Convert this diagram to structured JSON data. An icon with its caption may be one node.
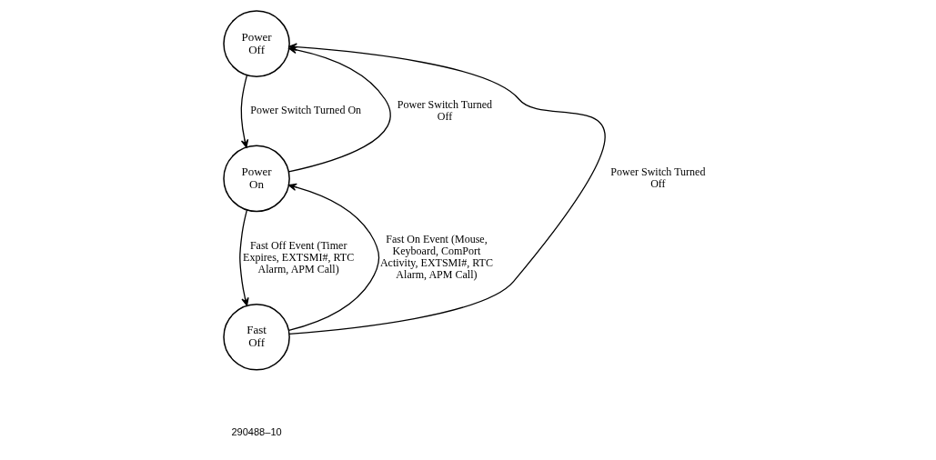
{
  "diagram": {
    "nodes": [
      {
        "text": [
          "Power Off"
        ]
      },
      {
        "text": [
          "Power On"
        ]
      },
      {
        "text": [
          "Fast Off"
        ]
      }
    ],
    "edges": [
      {
        "from": 0,
        "to": 1,
        "arrow": "to",
        "label": "Power Switch Turned On"
      },
      {
        "from": 1,
        "to": 0,
        "arrow": "to",
        "label": "Power Switch Turned Off"
      },
      {
        "from": 1,
        "to": 2,
        "arrow": "to",
        "label": "Fast Off Event (Timer Expires, EXTSMI#, RTC Alarm, APM Call)"
      },
      {
        "from": 2,
        "to": 1,
        "arrow": "to",
        "label": "Fast On Event (Mouse, Keyboard, ComPort Activity, EXTSMI#, RTC Alarm, APM Call)"
      },
      {
        "from": 2,
        "to": 0,
        "arrow": "to",
        "label": "Power Switch Turned Off"
      }
    ],
    "labels": [
      "290488–10"
    ]
  }
}
